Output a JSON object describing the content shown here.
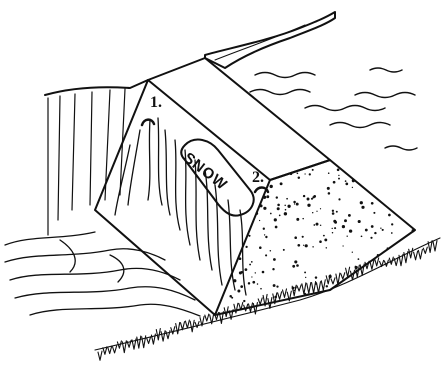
{
  "labels": {
    "marker_1": "1.",
    "marker_2": "2.",
    "snow": "SNOW"
  },
  "colors": {
    "ink": "#111111",
    "background": "#ffffff"
  }
}
